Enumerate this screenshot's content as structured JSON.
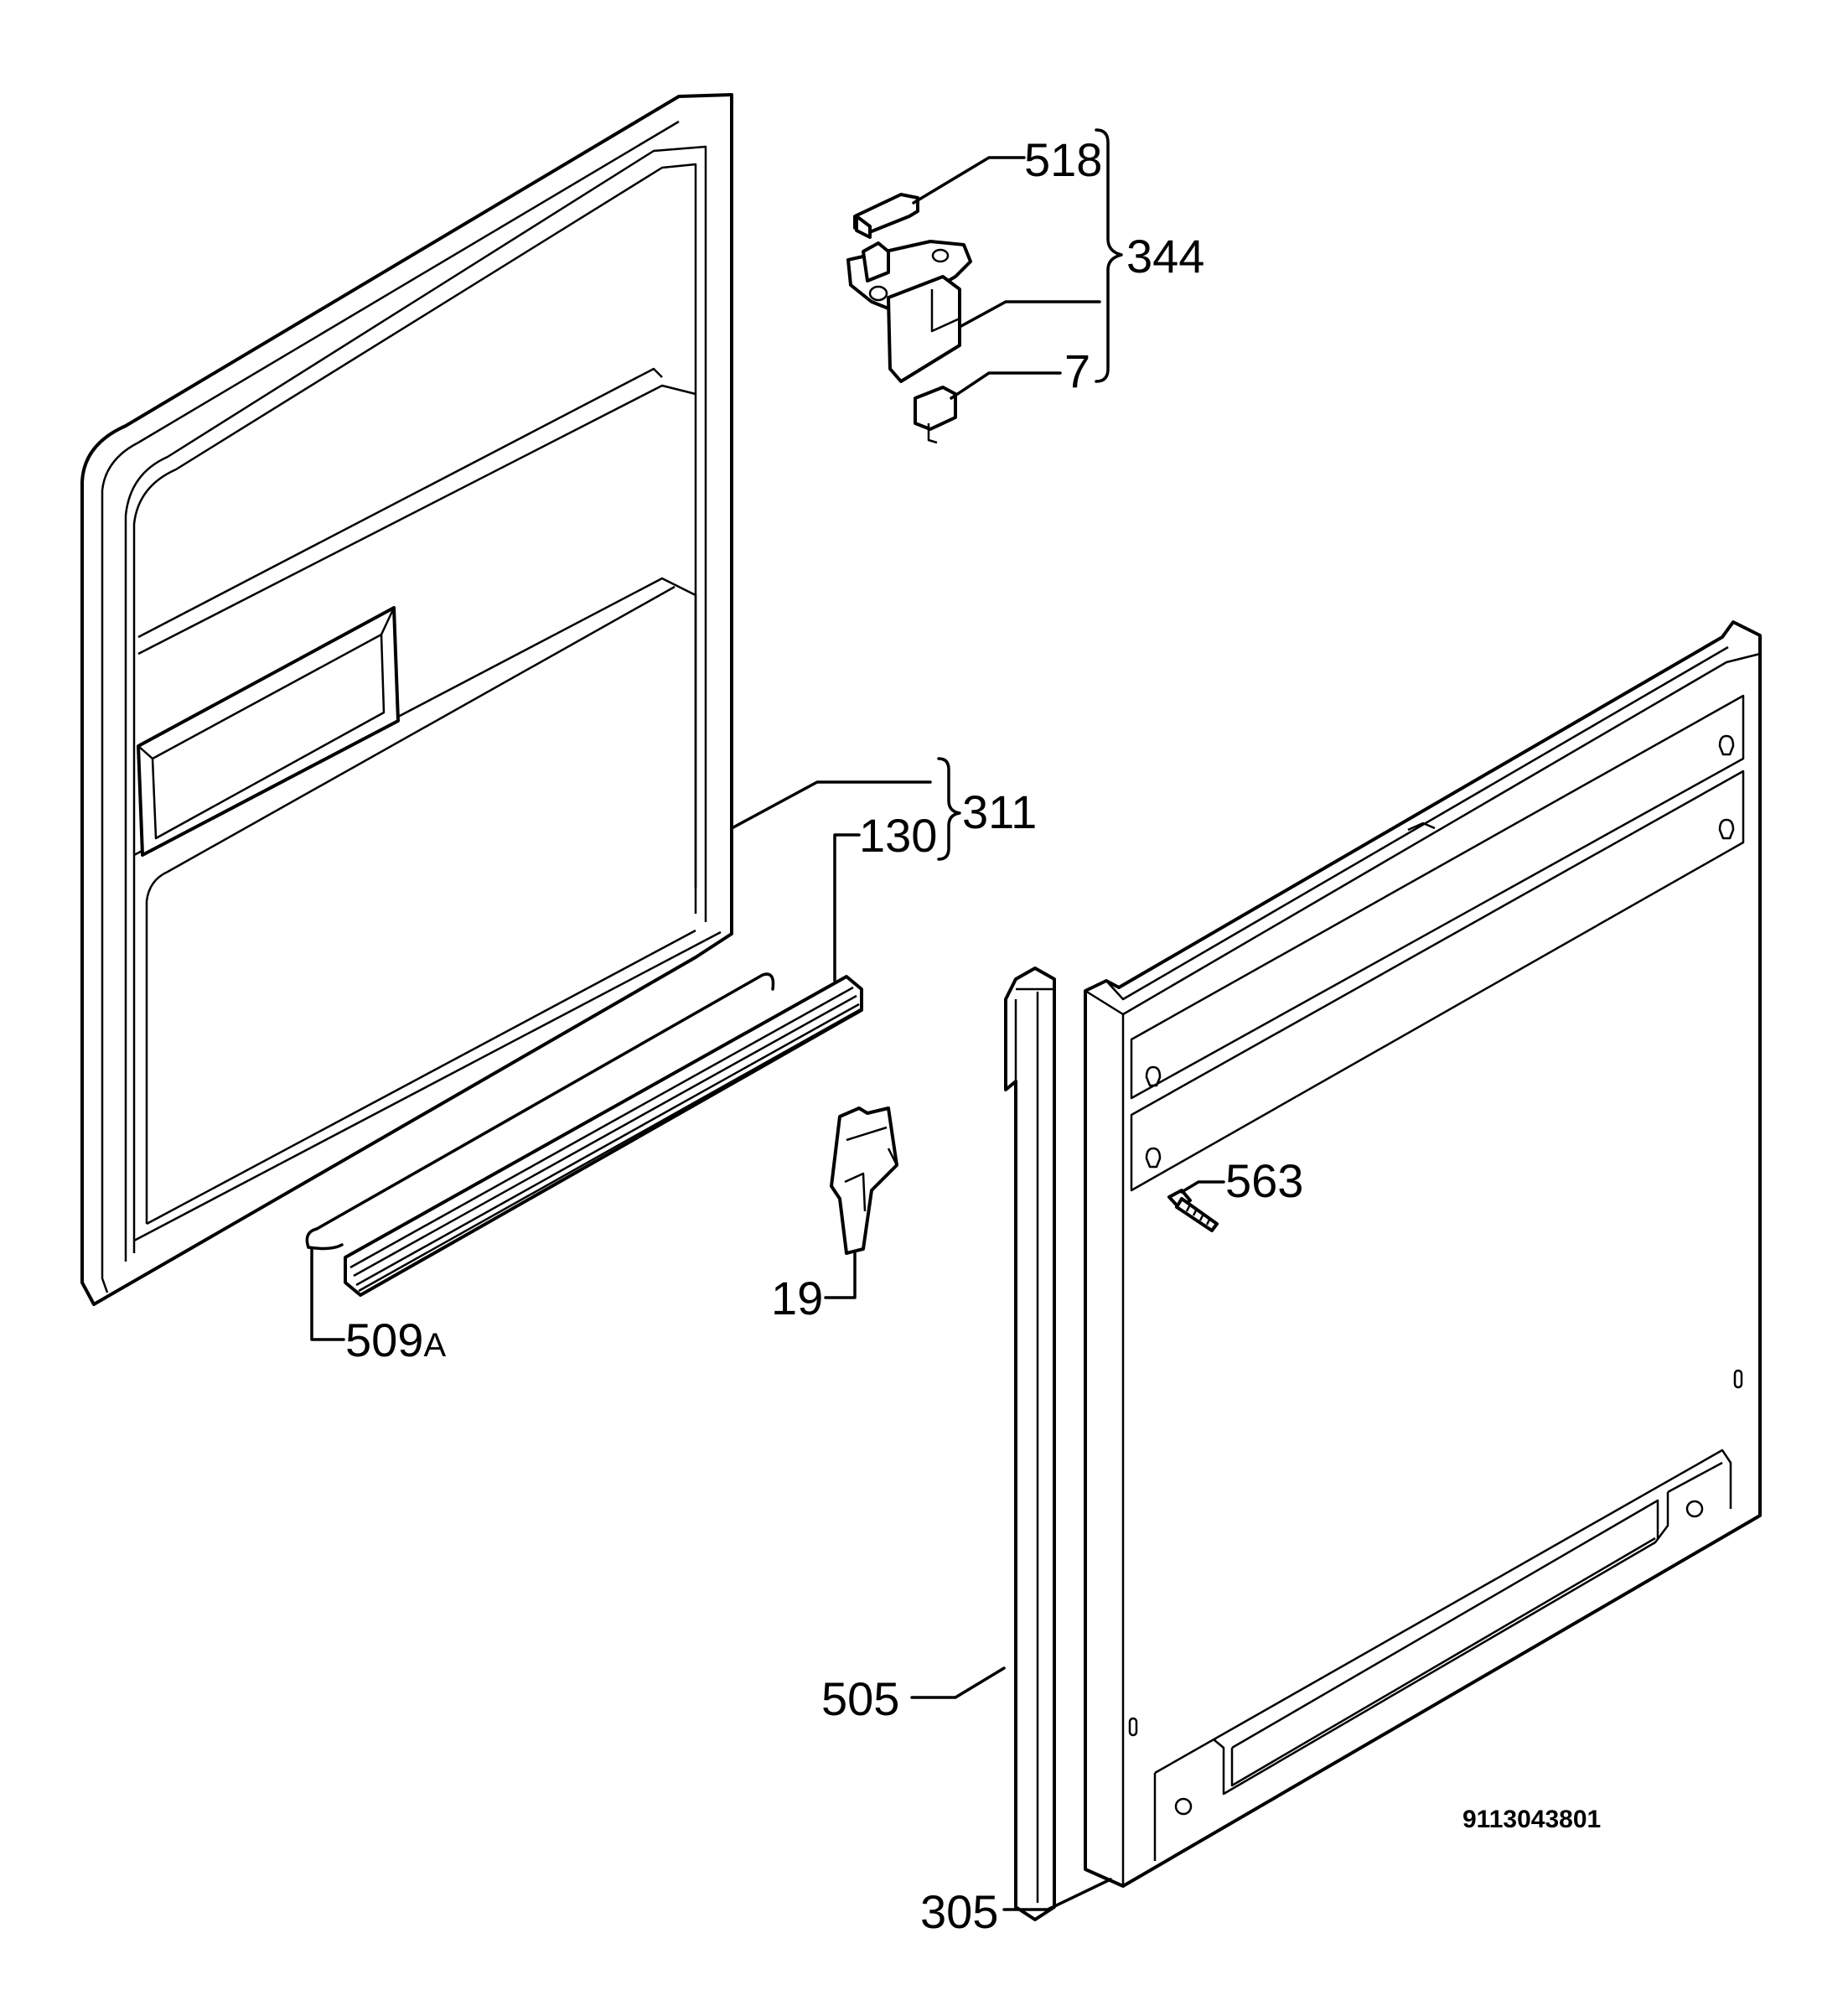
{
  "diagram": {
    "labels": {
      "l518": "518",
      "l344": "344",
      "l7": "7",
      "l311": "311",
      "l130": "130",
      "l563": "563",
      "l19": "19",
      "l509a_num": "509",
      "l509a_suffix": "A",
      "l505": "505",
      "l305": "305"
    },
    "drawing_code": "9113043801"
  }
}
